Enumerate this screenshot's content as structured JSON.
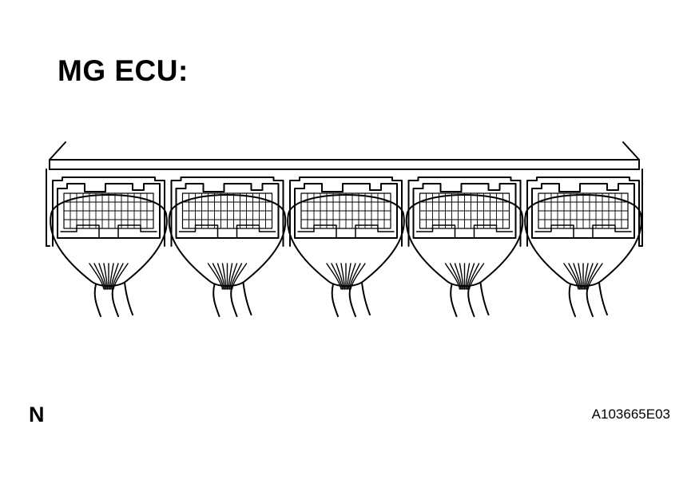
{
  "diagram": {
    "title": "MG ECU:",
    "view_letter": "N",
    "figure_id": "A103665E03",
    "connector_count": 5,
    "stroke_color": "#000000",
    "background_color": "#ffffff"
  }
}
